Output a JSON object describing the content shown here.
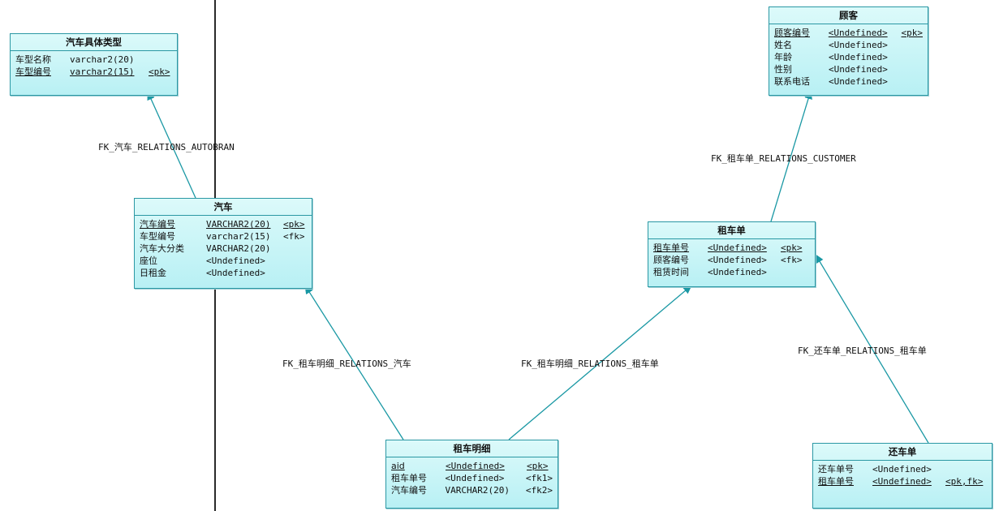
{
  "entities": {
    "car_type": {
      "title": "汽车具体类型",
      "attrs": [
        {
          "name": "车型名称",
          "type": "varchar2(20)",
          "key": ""
        },
        {
          "name": "车型编号",
          "type": "varchar2(15)",
          "key": "<pk>"
        }
      ]
    },
    "car": {
      "title": "汽车",
      "attrs": [
        {
          "name": "汽车编号",
          "type": "VARCHAR2(20)",
          "key": "<pk>"
        },
        {
          "name": "车型编号",
          "type": "varchar2(15)",
          "key": "<fk>"
        },
        {
          "name": "汽车大分类",
          "type": "VARCHAR2(20)",
          "key": ""
        },
        {
          "name": "座位",
          "type": "<Undefined>",
          "key": ""
        },
        {
          "name": "日租金",
          "type": "<Undefined>",
          "key": ""
        }
      ]
    },
    "customer": {
      "title": "顾客",
      "attrs": [
        {
          "name": "顾客编号",
          "type": "<Undefined>",
          "key": "<pk>"
        },
        {
          "name": "姓名",
          "type": "<Undefined>",
          "key": ""
        },
        {
          "name": "年龄",
          "type": "<Undefined>",
          "key": ""
        },
        {
          "name": "性别",
          "type": "<Undefined>",
          "key": ""
        },
        {
          "name": "联系电话",
          "type": "<Undefined>",
          "key": ""
        }
      ]
    },
    "rental": {
      "title": "租车单",
      "attrs": [
        {
          "name": "租车单号",
          "type": "<Undefined>",
          "key": "<pk>"
        },
        {
          "name": "顾客编号",
          "type": "<Undefined>",
          "key": "<fk>"
        },
        {
          "name": "租赁时间",
          "type": "<Undefined>",
          "key": ""
        }
      ]
    },
    "detail": {
      "title": "租车明细",
      "attrs": [
        {
          "name": "aid",
          "type": "<Undefined>",
          "key": "<pk>"
        },
        {
          "name": "租车单号",
          "type": "<Undefined>",
          "key": "<fk1>"
        },
        {
          "name": "汽车编号",
          "type": "VARCHAR2(20)",
          "key": "<fk2>"
        }
      ]
    },
    "return": {
      "title": "还车单",
      "attrs": [
        {
          "name": "还车单号",
          "type": "<Undefined>",
          "key": ""
        },
        {
          "name": "租车单号",
          "type": "<Undefined>",
          "key": "<pk,fk>"
        }
      ]
    }
  },
  "relations": [
    {
      "label": "FK_汽车_RELATIONS_AUTOBRAN"
    },
    {
      "label": "FK_租车单_RELATIONS_CUSTOMER"
    },
    {
      "label": "FK_租车明细_RELATIONS_汽车"
    },
    {
      "label": "FK_租车明细_RELATIONS_租车单"
    },
    {
      "label": "FK_还车单_RELATIONS_租车单"
    }
  ],
  "colors": {
    "entity_fill": "#c8f4f6",
    "entity_border": "#2b98a4",
    "connector": "#1a98a4"
  }
}
